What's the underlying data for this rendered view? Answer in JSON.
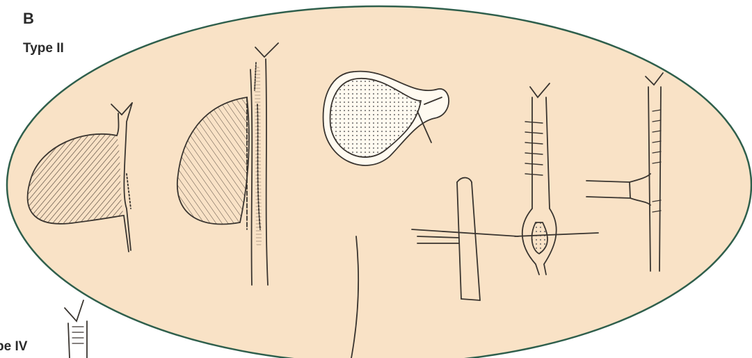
{
  "figure": {
    "panel_letter": "B",
    "type_label": "Type II",
    "cropped_label": "pe IV"
  },
  "colors": {
    "oval_fill": "#f9e2c6",
    "oval_stroke": "#2f5f4c",
    "ink": "#3a3530"
  },
  "drawings": [
    {
      "name": "cyst-with-duct"
    },
    {
      "name": "cyst-excision-with-duct"
    },
    {
      "name": "excised-cyst-specimen"
    },
    {
      "name": "duct-repair-with-tube"
    },
    {
      "name": "duct-suture-repair"
    },
    {
      "name": "t-tube-in-duct"
    }
  ]
}
